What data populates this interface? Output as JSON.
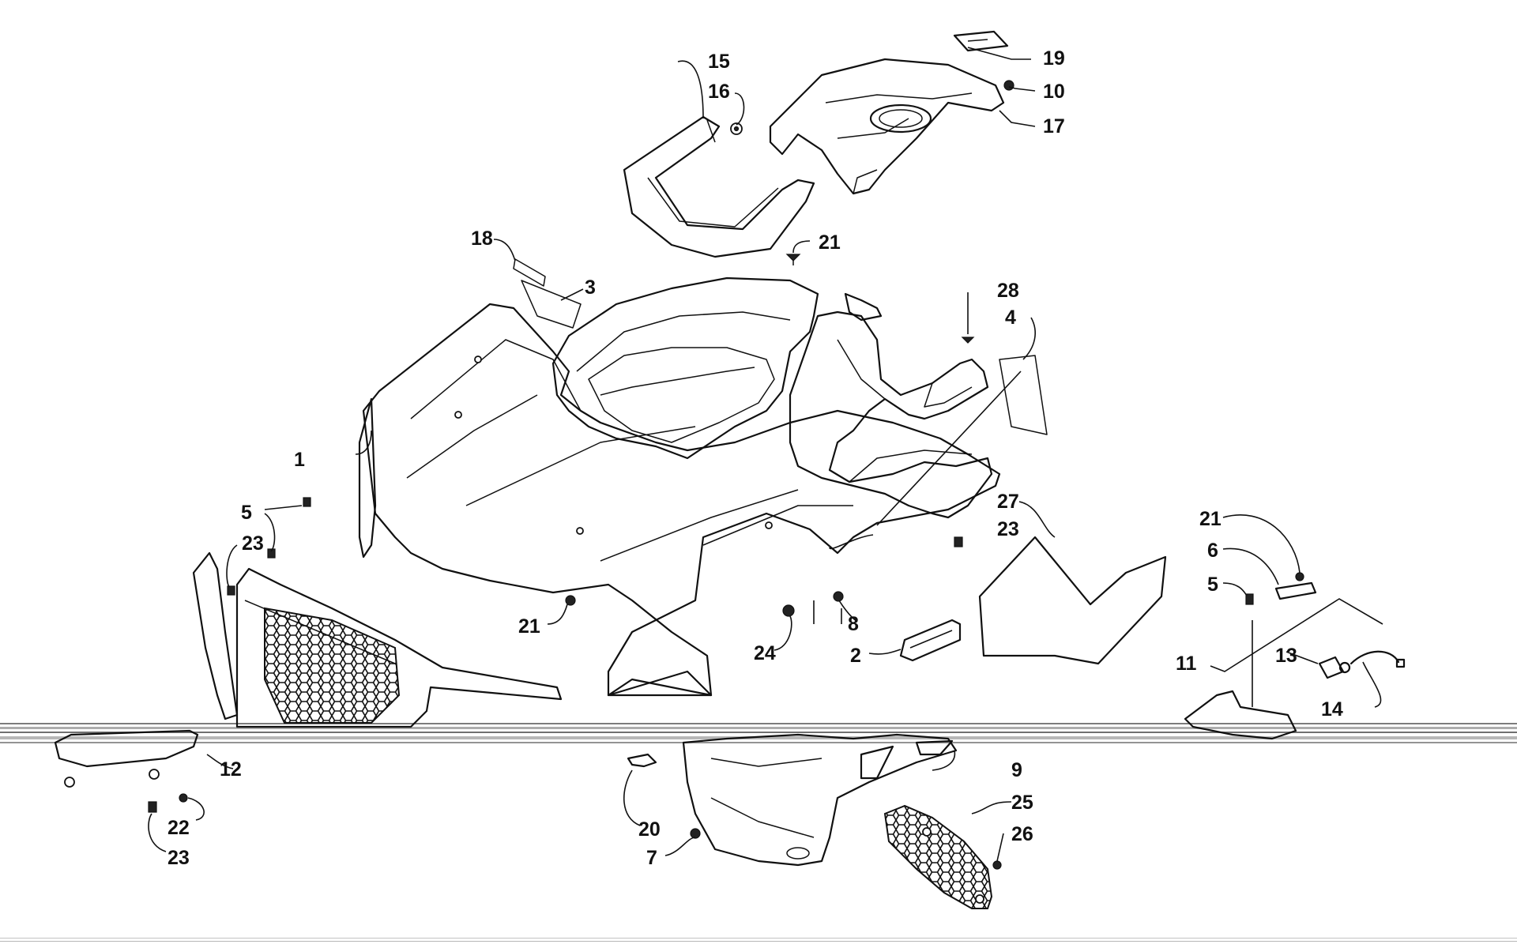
{
  "callouts": {
    "c1": "1",
    "c2": "2",
    "c3": "3",
    "c4": "4",
    "c5a": "5",
    "c5b": "5",
    "c6": "6",
    "c7": "7",
    "c8": "8",
    "c9": "9",
    "c10": "10",
    "c11": "11",
    "c12": "12",
    "c13": "13",
    "c14": "14",
    "c15": "15",
    "c16": "16",
    "c17": "17",
    "c18": "18",
    "c19": "19",
    "c20": "20",
    "c21a": "21",
    "c21b": "21",
    "c21c": "21",
    "c22": "22",
    "c23a": "23",
    "c23b": "23",
    "c23c": "23",
    "c24": "24",
    "c25": "25",
    "c26": "26",
    "c27": "27",
    "c28": "28"
  }
}
